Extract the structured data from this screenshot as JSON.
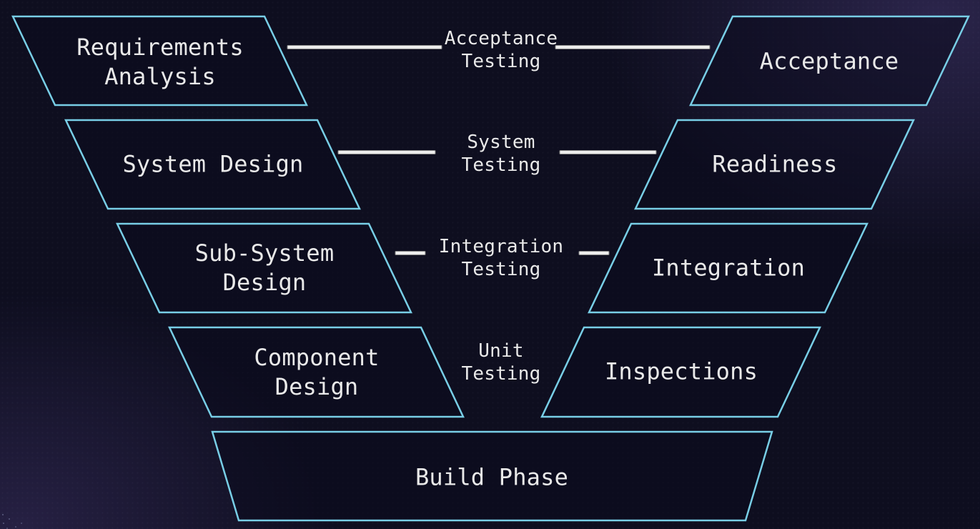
{
  "diagram": {
    "left_column": [
      {
        "label": "Requirements\nAnalysis"
      },
      {
        "label": "System Design"
      },
      {
        "label": "Sub-System\nDesign"
      },
      {
        "label": "Component\nDesign"
      }
    ],
    "middle_labels": [
      {
        "label": "Acceptance\nTesting"
      },
      {
        "label": "System\nTesting"
      },
      {
        "label": "Integration\nTesting"
      },
      {
        "label": "Unit\nTesting"
      }
    ],
    "right_column": [
      {
        "label": "Acceptance"
      },
      {
        "label": "Readiness"
      },
      {
        "label": "Integration"
      },
      {
        "label": "Inspections"
      }
    ],
    "bottom": {
      "label": "Build Phase"
    },
    "colors": {
      "background": "#0e0e1f",
      "glow_purple": "#4a3c82",
      "box_border": "#78cee6",
      "box_fill": "#12112a",
      "connector_line": "#ededed",
      "text": "#e9e9e9"
    }
  }
}
